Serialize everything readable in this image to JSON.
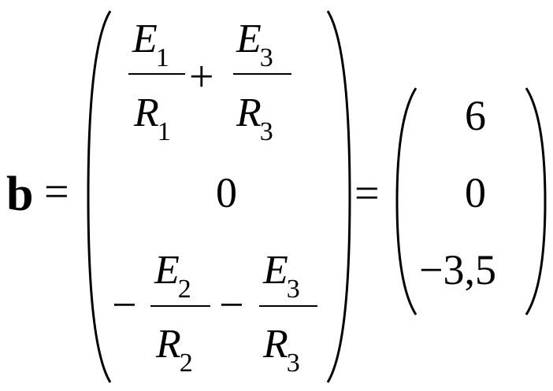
{
  "equation": {
    "lhs": "b",
    "equals": "=",
    "matrix_left": {
      "row1": {
        "term1": {
          "numerator": "E",
          "numerator_sub": "1",
          "denominator": "R",
          "denominator_sub": "1"
        },
        "operator": "+",
        "term2": {
          "numerator": "E",
          "numerator_sub": "3",
          "denominator": "R",
          "denominator_sub": "3"
        }
      },
      "row2": "0",
      "row3": {
        "sign1": "−",
        "term1": {
          "numerator": "E",
          "numerator_sub": "2",
          "denominator": "R",
          "denominator_sub": "2"
        },
        "operator": "−",
        "term2": {
          "numerator": "E",
          "numerator_sub": "3",
          "denominator": "R",
          "denominator_sub": "3"
        }
      }
    },
    "equals2": "=",
    "matrix_right": {
      "values": [
        "6",
        "0",
        "−3,5"
      ]
    }
  }
}
